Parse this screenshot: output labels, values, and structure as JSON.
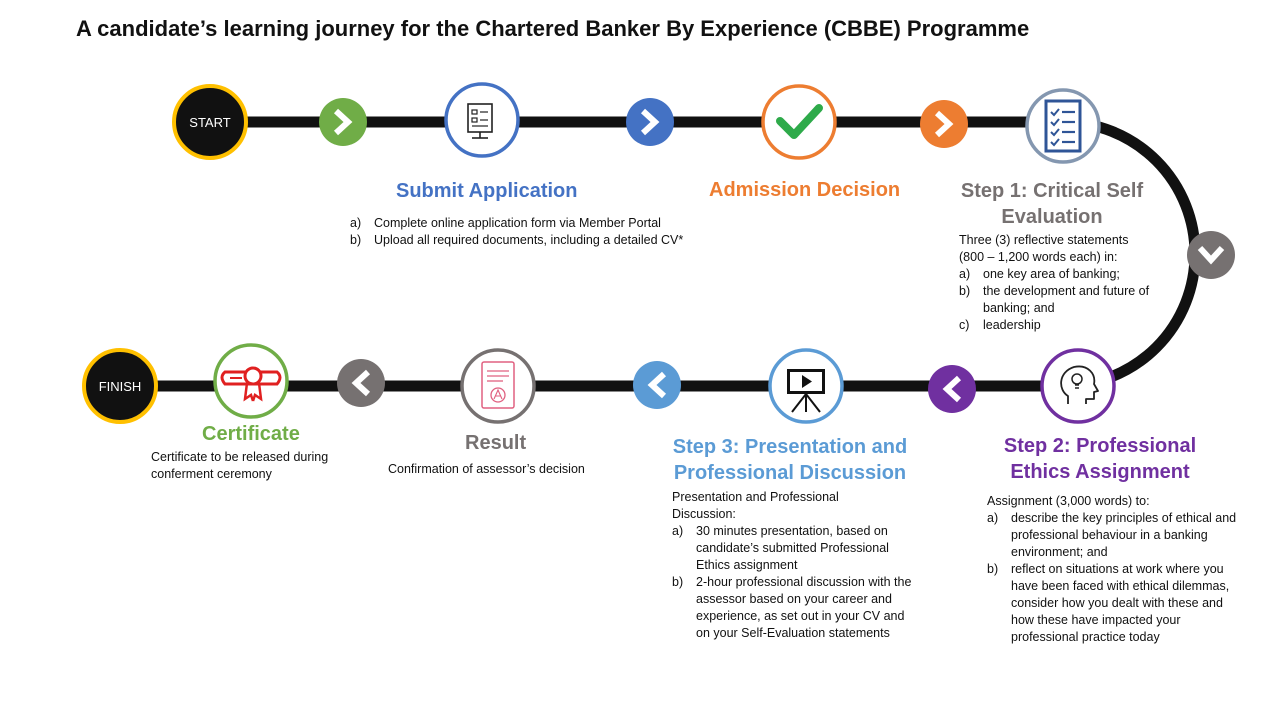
{
  "title": "A candidate’s learning journey for the Chartered Banker By Experience (CBBE) Programme",
  "start_label": "START",
  "finish_label": "FINISH",
  "colors": {
    "track": "#111111",
    "blue": "#4472c4",
    "orange": "#ed7d31",
    "green": "#70ad47",
    "grey": "#767171",
    "purple": "#7030a0",
    "lightblue": "#5b9bd5",
    "red": "#e02020",
    "gold": "#ffc000",
    "slate": "#8497b0"
  },
  "arrow_icons": {
    "a1": "chevron-right-icon",
    "a2": "chevron-right-icon",
    "a3": "chevron-right-icon",
    "a4": "chevron-down-icon",
    "a5": "chevron-left-icon",
    "a6": "chevron-left-icon",
    "a7": "chevron-left-icon"
  },
  "submit": {
    "icon": "application-form-icon",
    "heading": "Submit Application",
    "items": [
      {
        "marker": "a)",
        "text": "Complete online application form via Member Portal"
      },
      {
        "marker": "b)",
        "text": "Upload all required documents, including a detailed CV*"
      }
    ]
  },
  "admission": {
    "icon": "checkmark-icon",
    "heading": "Admission Decision"
  },
  "step1": {
    "icon": "checklist-icon",
    "heading": "Step 1: Critical Self Evaluation",
    "intro": "Three (3) reflective statements (800 – 1,200 words each) in:",
    "items": [
      {
        "marker": "a)",
        "text": "one key area of banking;"
      },
      {
        "marker": "b)",
        "text": "the development and future of banking; and"
      },
      {
        "marker": "c)",
        "text": "leadership"
      }
    ]
  },
  "step2": {
    "icon": "head-lightbulb-icon",
    "heading": "Step 2: Professional Ethics Assignment",
    "intro": "Assignment (3,000 words) to:",
    "items": [
      {
        "marker": "a)",
        "text": "describe the key principles of ethical and professional behaviour in a banking environment; and"
      },
      {
        "marker": "b)",
        "text": "reflect on situations at work where you have been faced with ethical dilemmas, consider how you dealt with these and how these have impacted your professional practice today"
      }
    ]
  },
  "step3": {
    "icon": "presentation-board-icon",
    "heading": "Step 3: Presentation and Professional Discussion",
    "intro": "Presentation and Professional Discussion:",
    "items": [
      {
        "marker": "a)",
        "text": "30 minutes presentation, based on candidate’s submitted Professional Ethics assignment"
      },
      {
        "marker": "b)",
        "text": "2-hour professional discussion with the assessor based on your career and experience, as set out in your CV and on your Self-Evaluation statements"
      }
    ]
  },
  "result": {
    "icon": "graded-document-icon",
    "heading": "Result",
    "desc": "Confirmation of assessor’s decision"
  },
  "certificate": {
    "icon": "certificate-icon",
    "heading": "Certificate",
    "desc": "Certificate to be released during conferment ceremony"
  }
}
